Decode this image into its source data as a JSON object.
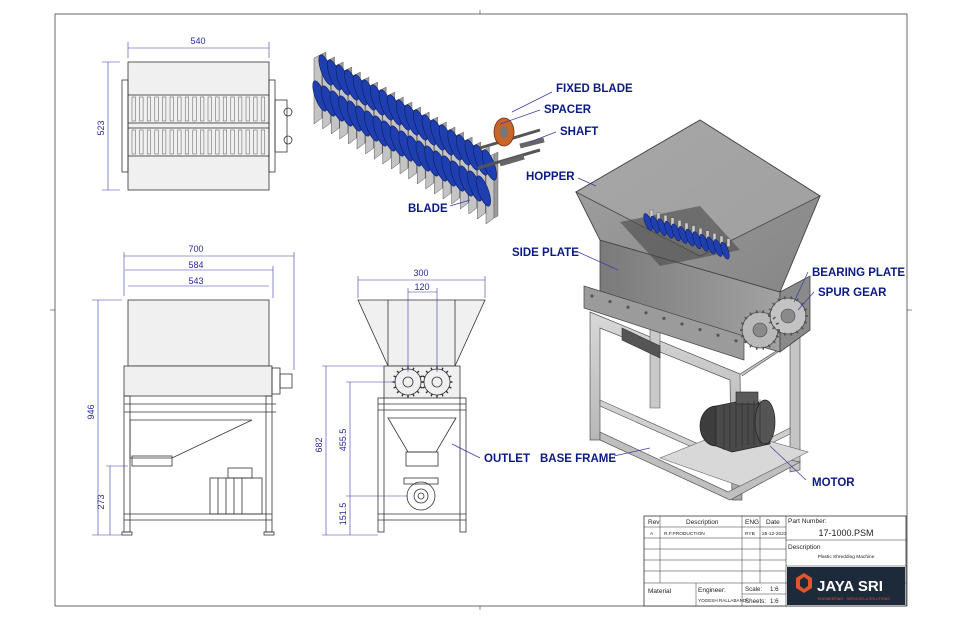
{
  "dimensions": {
    "top_width": "540",
    "top_height": "523",
    "front_700": "700",
    "front_584": "584",
    "front_543": "543",
    "front_946": "946",
    "front_273": "273",
    "side_300": "300",
    "side_120": "120",
    "side_682": "682",
    "side_455": "455.5",
    "side_151": "151.5"
  },
  "callouts": {
    "fixed_blade": "FIXED BLADE",
    "spacer": "SPACER",
    "shaft": "SHAFT",
    "hopper": "HOPPER",
    "blade": "BLADE",
    "side_plate": "SIDE PLATE",
    "bearing_plate": "BEARING PLATE",
    "spur_gear": "SPUR GEAR",
    "outlet": "OUTLET",
    "base_frame": "BASE FRAME",
    "motor": "MOTOR"
  },
  "title_block": {
    "rev_header": "Rev",
    "description_header": "Description",
    "eng_header": "ENG",
    "date_header": "Date",
    "rev_value": "A",
    "rev_description": "R.F.PRODUCTION",
    "eng_value": "RYB",
    "date_value": "25-12-2023",
    "part_number_label": "Part Number:",
    "part_number": "17-1000.PSM",
    "description_label": "Description",
    "description_value": "Plastic Shredding Machine",
    "material_label": "Material",
    "engineer_label": "Engineer:",
    "engineer_value": "YOGESH RALLABANDI",
    "scale_label": "Scale:",
    "scale_value": "1:6",
    "sheets_label": "Sheets:",
    "sheets_value": "1:6",
    "company_name": "JAYA SRI",
    "company_tagline": "ENGINEERING · SERVICES & SOLUTIONS"
  },
  "colors": {
    "callout": "#0a1a86",
    "dimension": "#2a2a9a",
    "blade_blue": "#1f3fb0",
    "steel": "#8d8d8d",
    "logo_bg": "#1d2a3a",
    "logo_accent": "#e0552a"
  }
}
